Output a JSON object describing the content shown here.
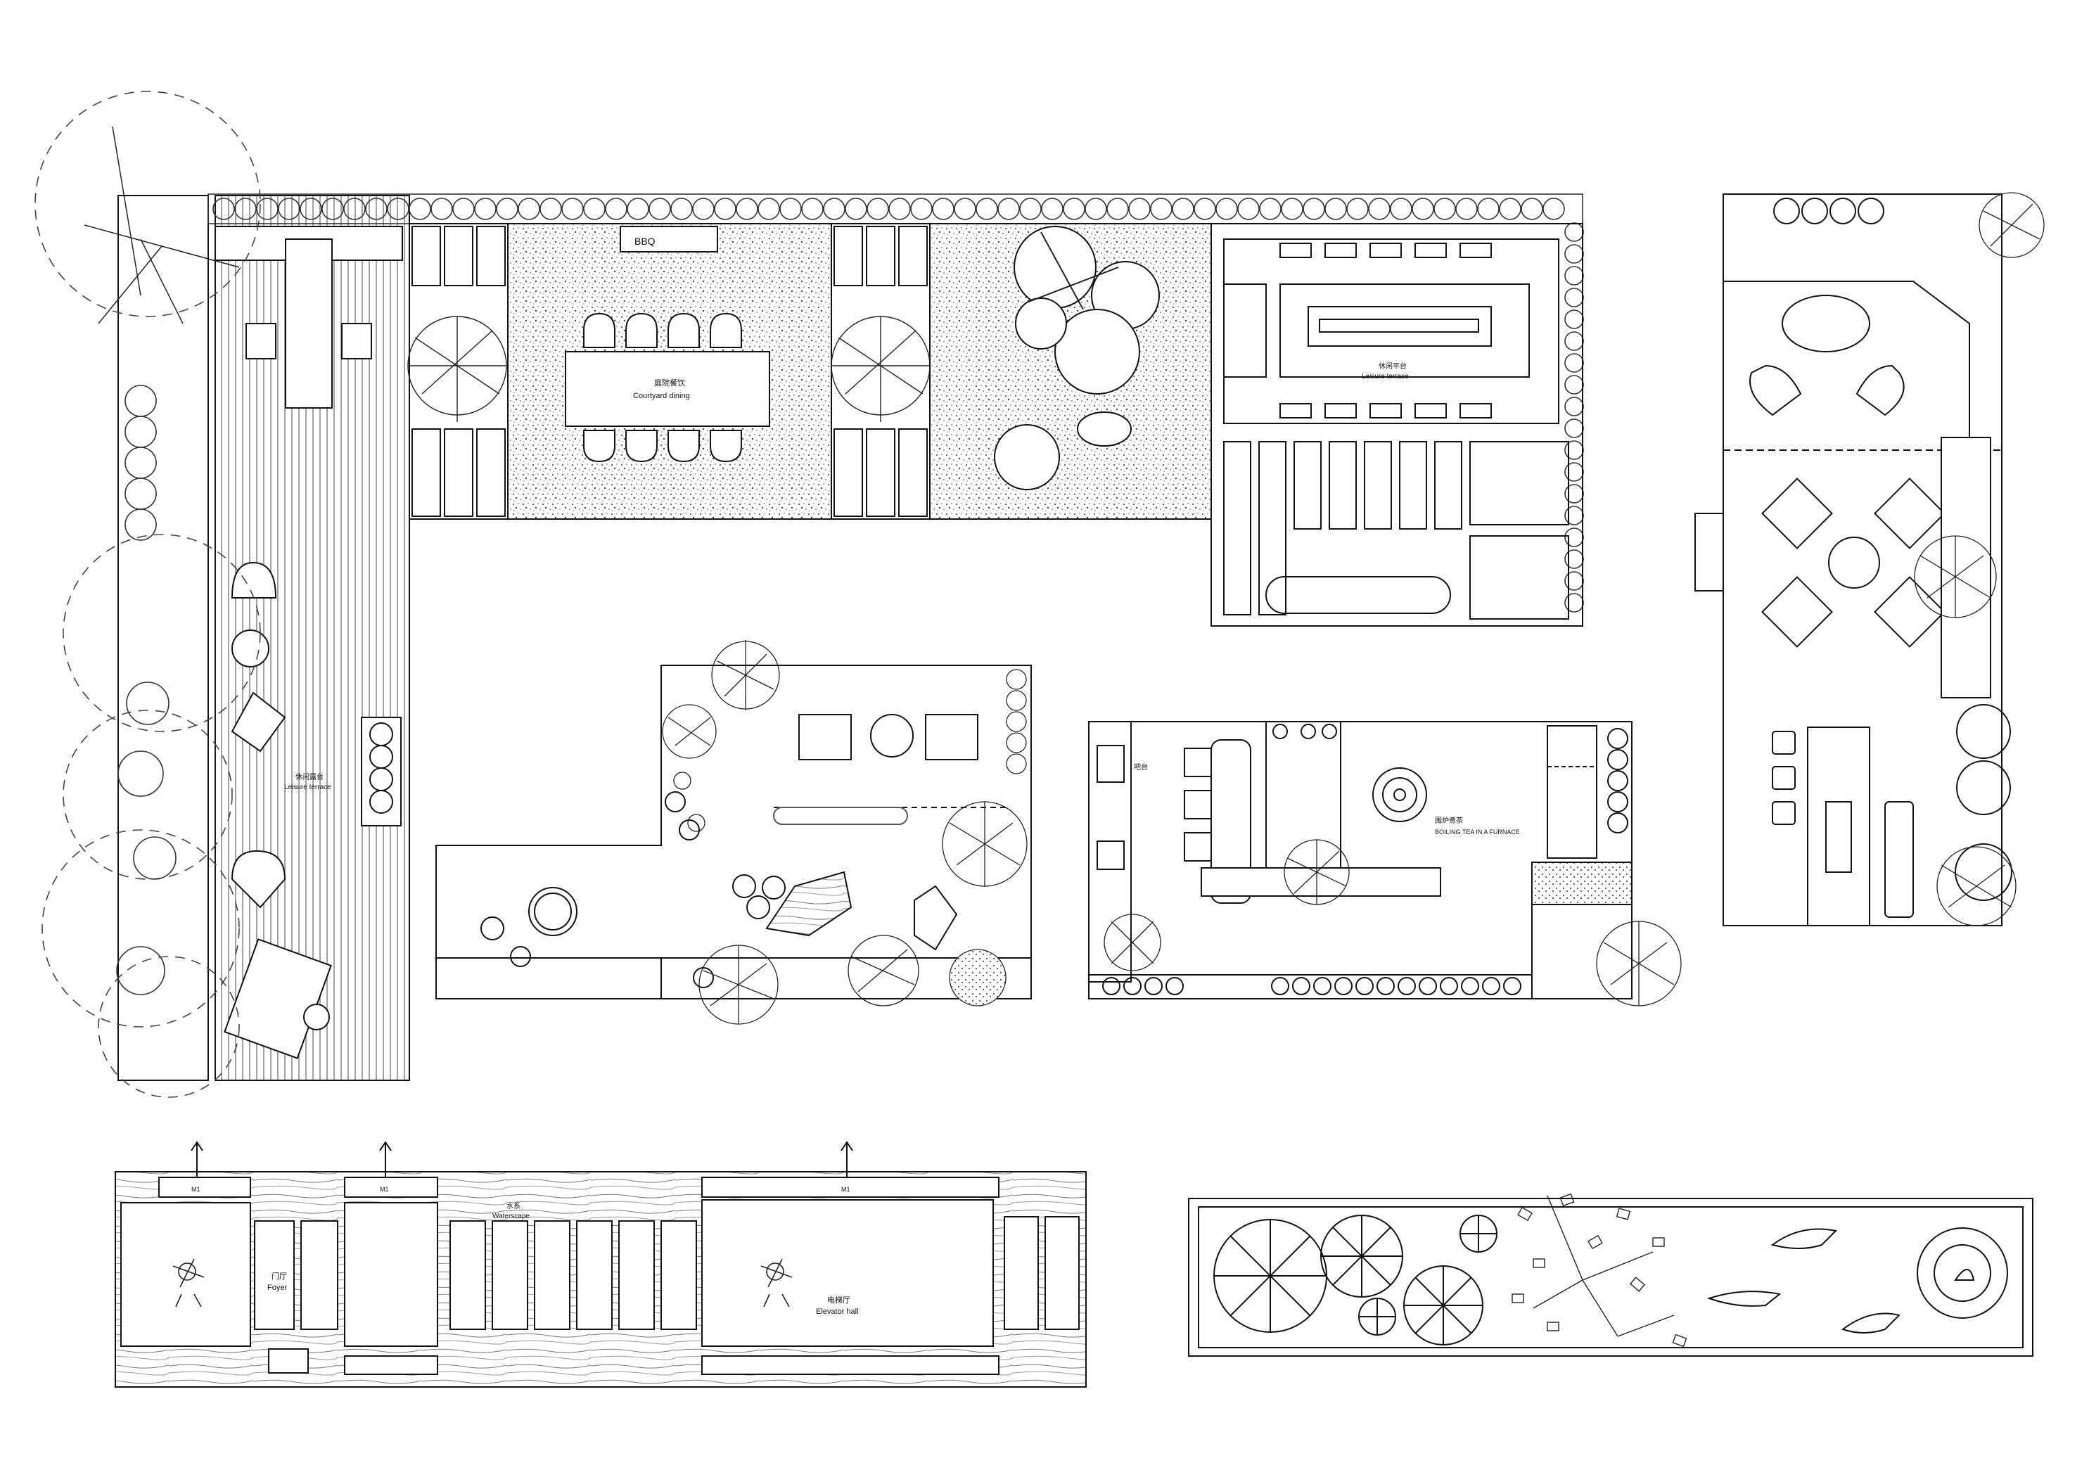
{
  "labels": {
    "bbq": "BBQ",
    "courtyard_dining_cn": "庭院餐饮",
    "courtyard_dining_en": "Courtyard dining",
    "leisure_terrace_top_cn": "休闲平台",
    "leisure_terrace_top_en": "Leisure terrace",
    "leisure_terrace_left_cn": "休闲露台",
    "leisure_terrace_left_en": "Leisure terrace",
    "boiling_tea_cn": "围炉煮茶",
    "boiling_tea_en": "BOILING TEA IN A FURNACE",
    "bar_cn": "吧台",
    "foyer_cn": "门厅",
    "foyer_en": "Foyer",
    "waterscape_cn": "水系",
    "waterscape_en": "Waterscape",
    "elevator_hall_cn": "电梯厅",
    "elevator_hall_en": "Elevator hall",
    "door_tag_1": "M1",
    "door_tag_2": "M1",
    "door_tag_3": "M1"
  },
  "colors": {
    "line": "#111111",
    "paper": "#ffffff",
    "gravel": "#c9c9c9",
    "plant": "#222222"
  }
}
